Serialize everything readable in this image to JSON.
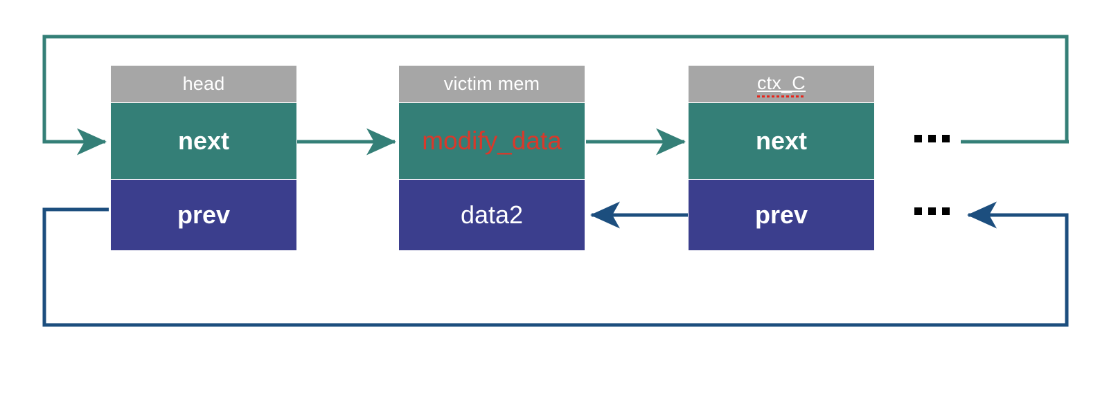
{
  "diagram": {
    "title": "doubly linked list with injected victim memory node",
    "colors": {
      "header_gray": "#a6a6a6",
      "next_teal": "#347f77",
      "prev_blue": "#3b3e8d",
      "next_arrow": "#347f77",
      "prev_arrow": "#1c4e7e",
      "highlight_red": "#d8392b",
      "background": "#ffffff",
      "label_text": "#ffffff"
    },
    "nodes": [
      {
        "id": "node-head",
        "title": "head",
        "next_label": "next",
        "prev_label": "prev",
        "next_highlighted": false,
        "title_misspelled": false
      },
      {
        "id": "node-victim",
        "title": "victim mem",
        "next_label": "modify_data",
        "prev_label": "data2",
        "next_highlighted": true,
        "title_misspelled": false
      },
      {
        "id": "node-ctx-c",
        "title": "ctx_C",
        "next_label": "next",
        "prev_label": "prev",
        "next_highlighted": false,
        "title_misspelled": true
      }
    ],
    "ellipses": [
      {
        "id": "ellipsis-next-row",
        "text": "..."
      },
      {
        "id": "ellipsis-prev-row",
        "text": "..."
      }
    ],
    "edges": [
      {
        "id": "edge-head-next-to-victim",
        "kind": "next",
        "from": "node-head",
        "to": "node-victim",
        "direction": "right"
      },
      {
        "id": "edge-victim-next-to-ctx-c",
        "kind": "next",
        "from": "node-victim",
        "to": "node-ctx-c",
        "direction": "right"
      },
      {
        "id": "edge-ctx-c-prev-to-victim",
        "kind": "prev",
        "from": "node-ctx-c",
        "to": "node-victim",
        "direction": "left"
      },
      {
        "id": "edge-next-wrap-to-head",
        "kind": "next",
        "from": "tail",
        "to": "node-head",
        "direction": "wrap-top"
      },
      {
        "id": "edge-prev-wrap-from-head",
        "kind": "prev",
        "from": "node-head",
        "to": "tail",
        "direction": "wrap-bottom"
      }
    ]
  }
}
